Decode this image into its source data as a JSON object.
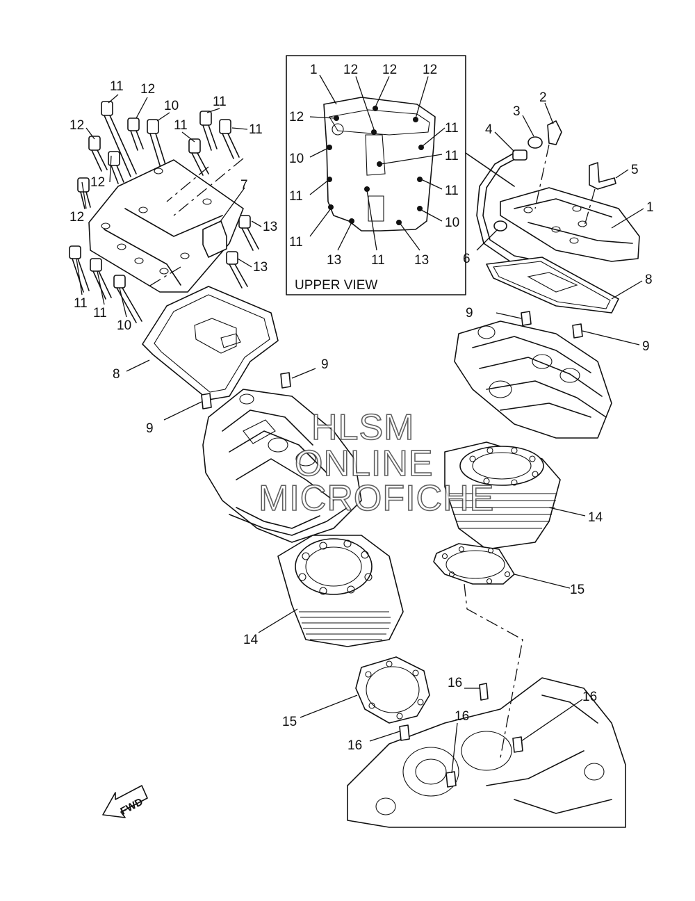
{
  "callouts": [
    {
      "id": "c1a",
      "text": "1"
    },
    {
      "id": "c1b",
      "text": "1"
    },
    {
      "id": "c2",
      "text": "2"
    },
    {
      "id": "c3",
      "text": "3"
    },
    {
      "id": "c4",
      "text": "4"
    },
    {
      "id": "c5",
      "text": "5"
    },
    {
      "id": "c6",
      "text": "6"
    },
    {
      "id": "c7",
      "text": "7"
    },
    {
      "id": "c8a",
      "text": "8"
    },
    {
      "id": "c8b",
      "text": "8"
    },
    {
      "id": "c9a",
      "text": "9"
    },
    {
      "id": "c9b",
      "text": "9"
    },
    {
      "id": "c9c",
      "text": "9"
    },
    {
      "id": "c9d",
      "text": "9"
    },
    {
      "id": "c10",
      "text": "10"
    },
    {
      "id": "c11",
      "text": "11"
    },
    {
      "id": "c12",
      "text": "12"
    },
    {
      "id": "c13",
      "text": "13"
    },
    {
      "id": "c14",
      "text": "14"
    },
    {
      "id": "c15",
      "text": "15"
    },
    {
      "id": "c16",
      "text": "16"
    }
  ],
  "labels": {
    "n1": "1",
    "n2": "2",
    "n3": "3",
    "n4": "4",
    "n5": "5",
    "n6": "6",
    "n7": "7",
    "n8": "8",
    "n9": "9",
    "n10": "10",
    "n11": "11",
    "n12": "12",
    "n13": "13",
    "n14": "14",
    "n15": "15",
    "n16": "16"
  },
  "inset": {
    "title": "UPPER VIEW"
  },
  "fwd_arrow": {
    "text": "FWD"
  },
  "watermark": {
    "line1": "HLSM",
    "line2": "ONLINE",
    "line3": "MICROFICHE"
  }
}
